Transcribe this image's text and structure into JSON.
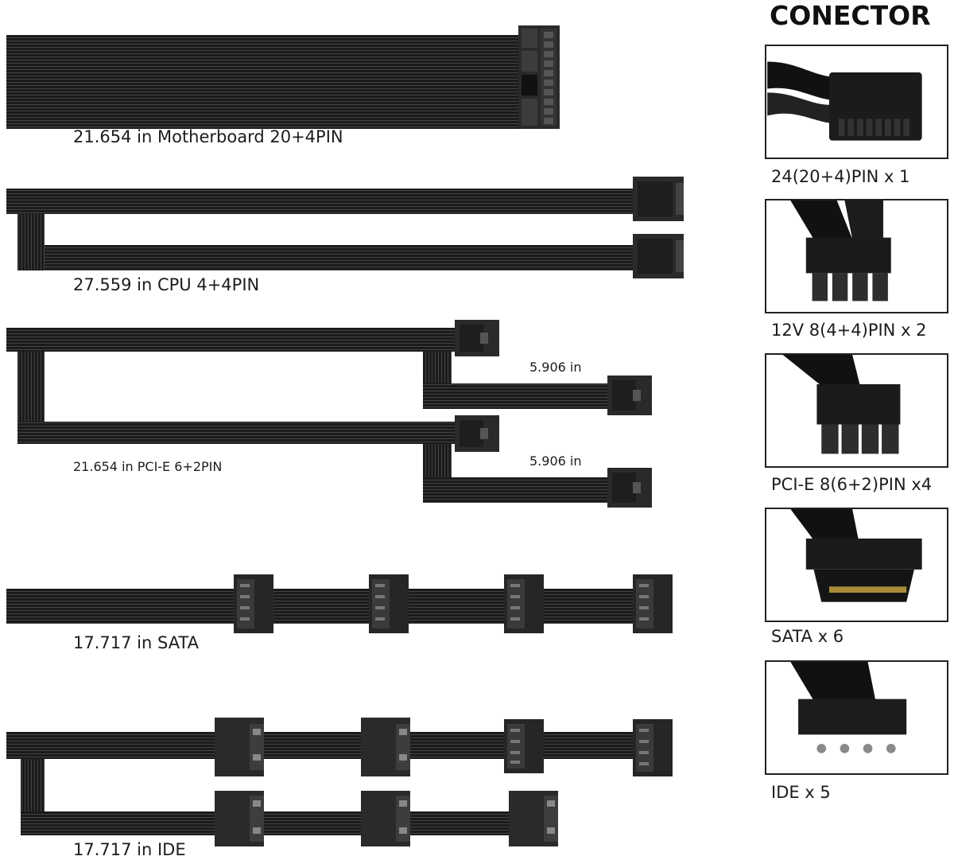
{
  "cables": [
    {
      "label": "21.654 in Motherboard 20+4PIN",
      "icon": "motherboard-24pin-cable"
    },
    {
      "label": "27.559 in CPU 4+4PIN",
      "icon": "cpu-8pin-cable"
    },
    {
      "label": "21.654 in PCI-E 6+2PIN",
      "icon": "pcie-8pin-cable",
      "branch_lengths": [
        "5.906 in",
        "5.906 in"
      ]
    },
    {
      "label": "17.717 in SATA",
      "icon": "sata-cable"
    },
    {
      "label": "17.717 in IDE",
      "icon": "ide-cable"
    }
  ],
  "connector_panel": {
    "title": "CONECTOR",
    "items": [
      {
        "caption": "24(20+4)PIN x 1",
        "icon": "atx-24pin-connector-icon"
      },
      {
        "caption": "12V 8(4+4)PIN x 2",
        "icon": "eps-8pin-connector-icon"
      },
      {
        "caption": "PCI-E 8(6+2)PIN x4",
        "icon": "pcie-8pin-connector-icon"
      },
      {
        "caption": "SATA x 6",
        "icon": "sata-connector-icon"
      },
      {
        "caption": "IDE x 5",
        "icon": "molex-connector-icon"
      }
    ]
  },
  "colors": {
    "cable": "#1b1b1b",
    "cable_line": "#3a3a3a",
    "connector": "#2b2b2b",
    "background": "#ffffff"
  }
}
